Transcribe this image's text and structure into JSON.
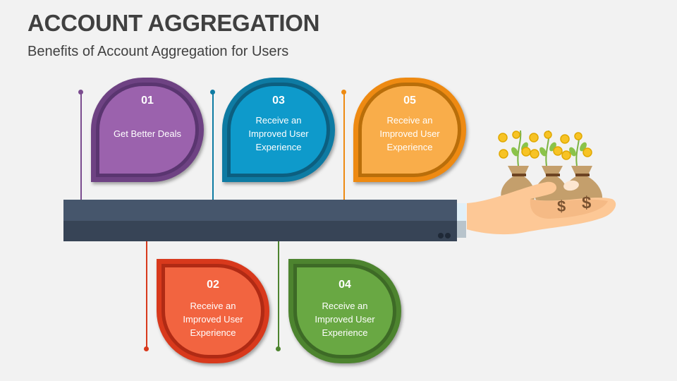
{
  "header": {
    "title": "ACCOUNT AGGREGATION",
    "subtitle": "Benefits of Account Aggregation for Users"
  },
  "steps": [
    {
      "number": "01",
      "text": "Get Better Deals",
      "color": "#9b62ad",
      "dark": "#6e4283",
      "position": "top"
    },
    {
      "number": "02",
      "text": "Receive an Improved User Experience",
      "color": "#f26440",
      "dark": "#b8321a",
      "ring": "#d8391c",
      "position": "bottom"
    },
    {
      "number": "03",
      "text": "Receive an Improved User Experience",
      "color": "#0e9acb",
      "dark": "#0c5f80",
      "ring": "#0e7ba3",
      "position": "top"
    },
    {
      "number": "04",
      "text": "Receive an Improved User Experience",
      "color": "#69a843",
      "dark": "#3d6a26",
      "ring": "#4d842f",
      "position": "bottom"
    },
    {
      "number": "05",
      "text": "Receive an Improved User Experience",
      "color": "#f9ad4a",
      "dark": "#b96e0a",
      "ring": "#ee8a12",
      "position": "top"
    }
  ],
  "illustration": {
    "icon": "hand-holding-money-bags-icon",
    "sleeve_color": "#46566c",
    "sleeve_shadow": "#374456",
    "coin_color": "#f7c325",
    "bag_color": "#c49f6c",
    "skin_color": "#fdc896"
  }
}
